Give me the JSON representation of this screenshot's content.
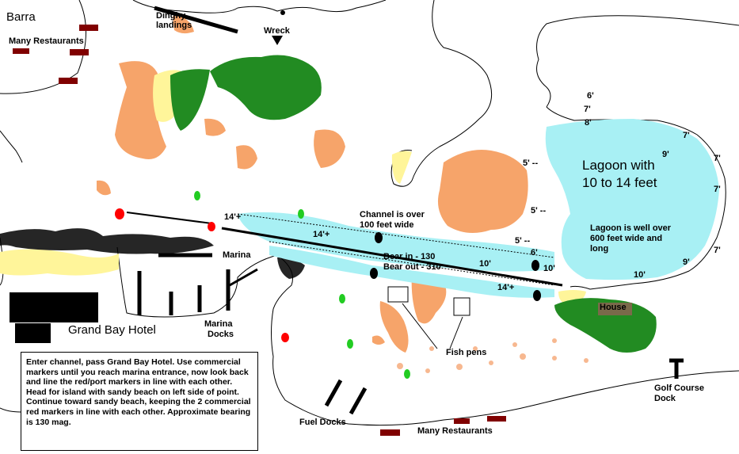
{
  "labels": {
    "barra": "Barra",
    "many_restaurants_top": "Many Restaurants",
    "dinghy_landings_1": "Dinghy",
    "dinghy_landings_2": "landings",
    "wreck": "Wreck",
    "grand_bay_hotel": "Grand Bay Hotel",
    "marina": "Marina",
    "marina_docks_1": "Marina",
    "marina_docks_2": "Docks",
    "channel_1": "Channel is over",
    "channel_2": "100 feet wide",
    "bear_in": "Bear in - 130",
    "bear_out": "Bear out - 310",
    "fish_pens": "Fish pens",
    "fuel_docks": "Fuel Docks",
    "many_restaurants_bottom": "Many Restaurants",
    "golf_1": "Golf Course",
    "golf_2": "Dock",
    "house": "House",
    "lagoon_title": "Lagoon with 10 to 14 feet",
    "lagoon_width_1": "Lagoon is well over",
    "lagoon_width_2": "600 feet wide and",
    "lagoon_width_3": "long"
  },
  "depths": {
    "d14a": "14'+",
    "d14b": "14'+",
    "d14c": "14'+",
    "d10a": "10'",
    "d10b": "10'",
    "d10c": "10'",
    "d6a": "6'",
    "d6b": "6'",
    "d7a": "7'",
    "d8a": "8'",
    "d5a": "5' --",
    "d5b": "5' --",
    "d5c": "5' --",
    "d7b": "7'",
    "d9a": "9'",
    "d7c": "7'",
    "d7d": "7'",
    "d7e": "7'",
    "d9b": "9'"
  },
  "instructions": "Enter channel, pass Grand Bay Hotel.  Use commercial markers until you reach marina entrance, now look back and line the red/port markers in line with each other.  Head for island with sandy beach on left side of point.  Continue toward sandy beach, keeping the 2 commercial red markers in line with each other.  Approximate bearing is 130 mag.",
  "colors": {
    "sand": "#fff59a",
    "vegetation": "#228b22",
    "reef": "#f59a5a",
    "shallow": "#a8f0f4",
    "port_marker": "#ff0000",
    "starboard_marker": "#22cc22",
    "building": "#800000"
  }
}
